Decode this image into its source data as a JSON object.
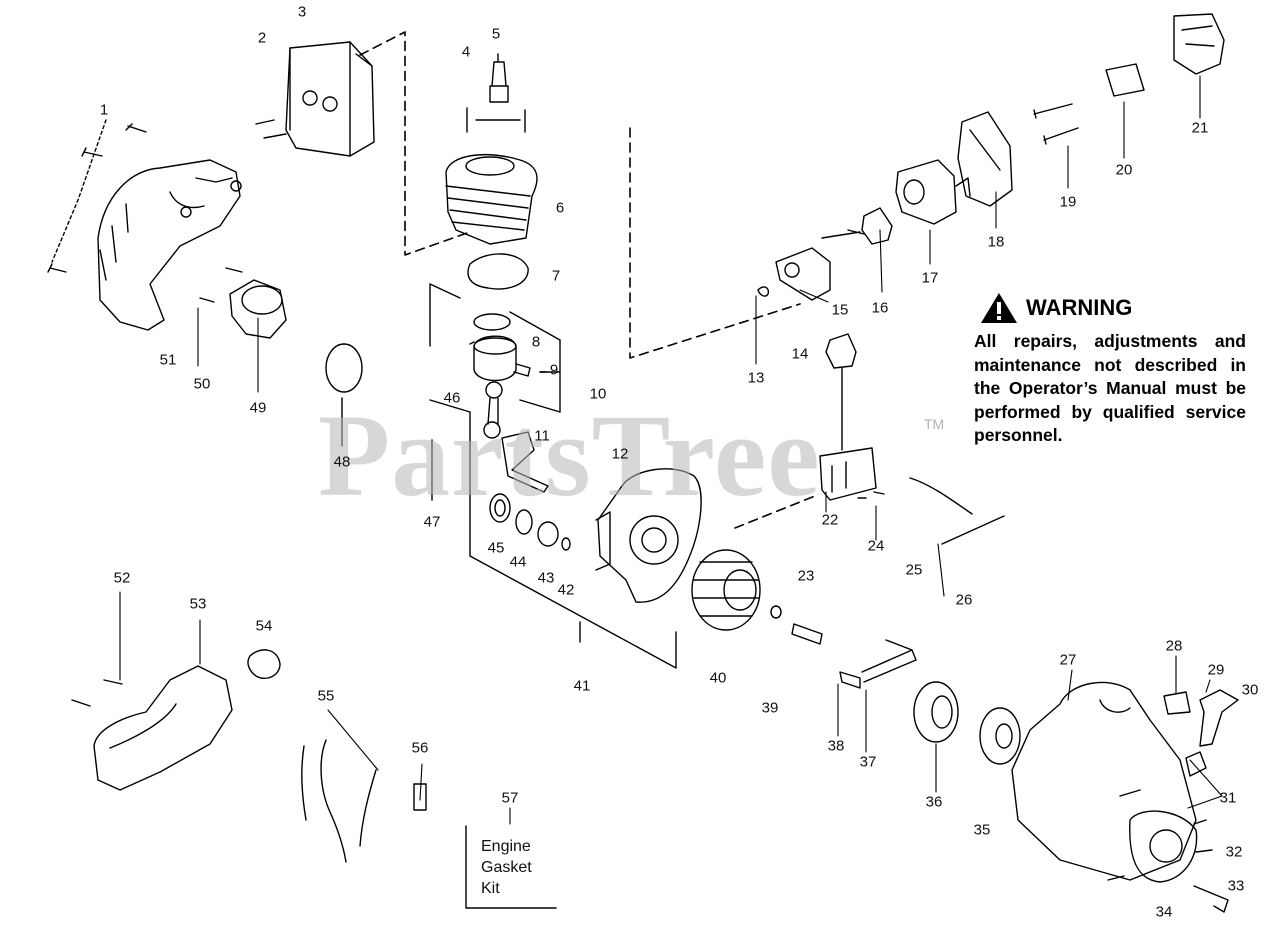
{
  "watermark": {
    "text": "PartsTree",
    "tm": "TM"
  },
  "warning": {
    "title": "WARNING",
    "text": "All repairs, adjustments and maintenance not described in the Operator’s Manual must be performed by qualified service personnel."
  },
  "kit": {
    "number": "57",
    "lines": [
      "Engine",
      "Gasket",
      "Kit"
    ]
  },
  "part_numbers": [
    "1",
    "2",
    "3",
    "4",
    "5",
    "6",
    "7",
    "8",
    "9",
    "10",
    "11",
    "12",
    "13",
    "14",
    "15",
    "16",
    "17",
    "18",
    "19",
    "20",
    "21",
    "22",
    "23",
    "24",
    "25",
    "26",
    "27",
    "28",
    "29",
    "30",
    "31",
    "32",
    "33",
    "34",
    "35",
    "36",
    "37",
    "38",
    "39",
    "40",
    "41",
    "42",
    "43",
    "44",
    "45",
    "46",
    "47",
    "48",
    "49",
    "50",
    "51",
    "52",
    "53",
    "54",
    "55",
    "56"
  ],
  "icons": {
    "warning": "warning-triangle-icon"
  }
}
